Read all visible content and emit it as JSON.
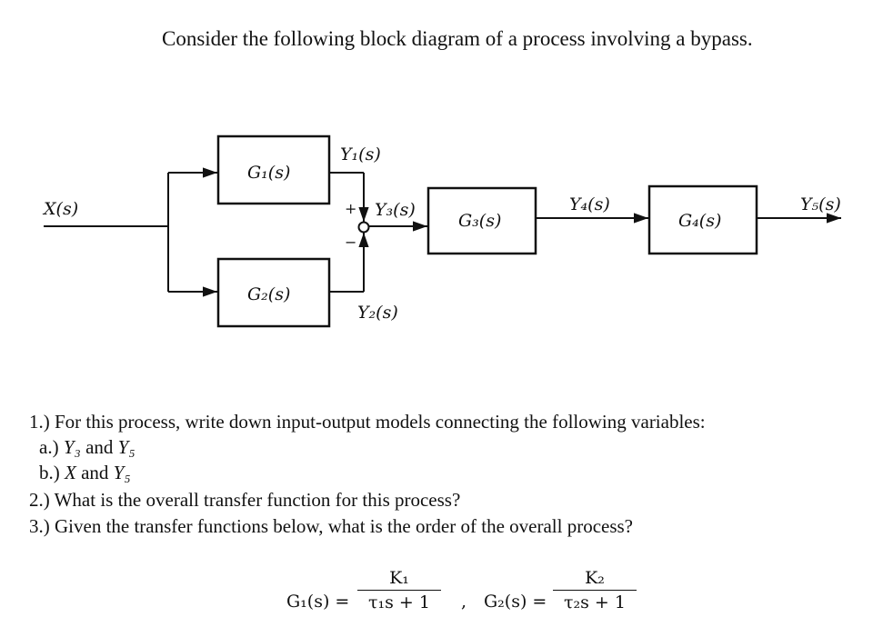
{
  "intro": "Consider the following block diagram of a process involving a bypass.",
  "diagram": {
    "blocks": {
      "g1": "G₁(s)",
      "g2": "G₂(s)",
      "g3": "G₃(s)",
      "g4": "G₄(s)"
    },
    "signals": {
      "x": "X(s)",
      "y1": "Y₁(s)",
      "y2": "Y₂(s)",
      "y3": "Y₃(s)",
      "y4": "Y₄(s)",
      "y5": "Y₅(s)"
    },
    "signs": {
      "plus": "+",
      "minus": "−"
    }
  },
  "questions": {
    "q1": "1.) For this process, write down input-output models connecting the following variables:",
    "q1a_prefix": "a.)",
    "q1a_var1": "Y₃",
    "q1a_and": "and",
    "q1a_var2": "Y₅",
    "q1b_prefix": "b.)",
    "q1b_var1": "X",
    "q1b_and": "and",
    "q1b_var2": "Y₅",
    "q2": "2.) What is the overall transfer function for this process?",
    "q3": "3.) Given the transfer functions below, what is the order of the overall process?"
  },
  "formulas": {
    "g1_lhs": "G₁(s) =",
    "g1_num": "K₁",
    "g1_den": "τ₁s + 1",
    "separator": ",",
    "g2_lhs": "G₂(s) =",
    "g2_num": "K₂",
    "g2_den": "τ₂s + 1"
  }
}
